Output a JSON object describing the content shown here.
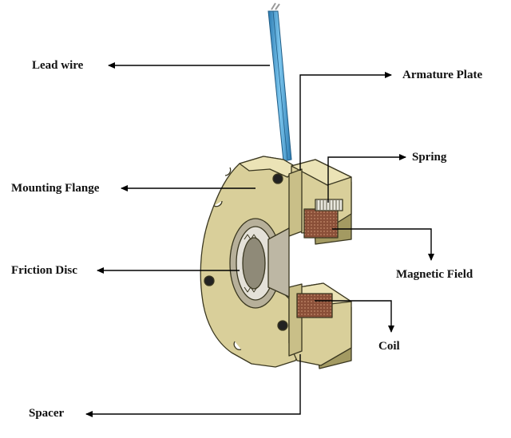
{
  "labels": {
    "lead_wire": "Lead wire",
    "armature_plate": "Armature Plate",
    "spring": "Spring",
    "mounting_flange": "Mounting Flange",
    "friction_disc": "Friction Disc",
    "magnetic_field": "Magnetic Field",
    "coil": "Coil",
    "spacer": "Spacer"
  },
  "colors": {
    "body": "#d9cf9a",
    "body_light": "#ebe3b6",
    "body_dark": "#a39a62",
    "edge": "#3a3720",
    "coil": "#8a4f38",
    "wire": "#4aa3d8",
    "arrow": "#000000"
  }
}
